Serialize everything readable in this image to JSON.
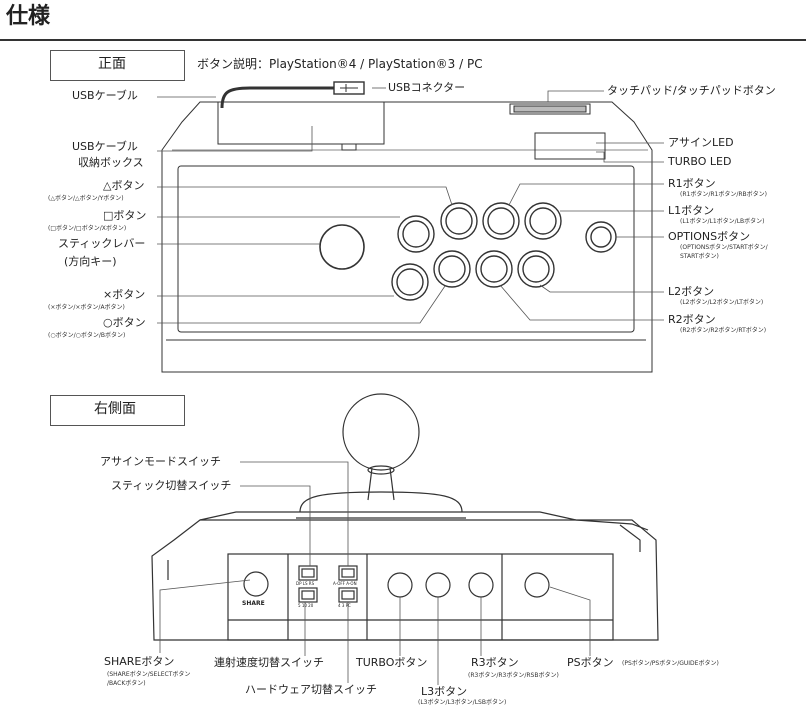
{
  "title": "仕様",
  "front": {
    "heading": "正面",
    "buttons_caption": "ボタン説明：PlayStation®4 / PlayStation®3 / PC",
    "labels": {
      "usb_cable": "USBケーブル",
      "usb_connector": "USBコネクター",
      "touchpad": "タッチパッド/タッチパッドボタン",
      "usb_box_1": "USBケーブル",
      "usb_box_2": "収納ボックス",
      "assign_led": "アサインLED",
      "turbo_led": "TURBO LED",
      "triangle": "△ボタン",
      "triangle_sub": "(△ボタン/△ボタン/Yボタン)",
      "square": "□ボタン",
      "square_sub": "(□ボタン/□ボタン/Xボタン)",
      "stick_1": "スティックレバー",
      "stick_2": "(方向キー)",
      "cross": "×ボタン",
      "cross_sub": "(×ボタン/×ボタン/Aボタン)",
      "circle": "○ボタン",
      "circle_sub": "(○ボタン/○ボタン/Bボタン)",
      "r1": "R1ボタン",
      "r1_sub": "(R1ボタン/R1ボタン/RBボタン)",
      "l1": "L1ボタン",
      "l1_sub": "(L1ボタン/L1ボタン/LBボタン)",
      "options": "OPTIONSボタン",
      "options_sub_1": "(OPTIONSボタン/STARTボタン/",
      "options_sub_2": "STARTボタン)",
      "l2": "L2ボタン",
      "l2_sub": "(L2ボタン/L2ボタン/LTボタン)",
      "r2": "R2ボタン",
      "r2_sub": "(R2ボタン/R2ボタン/RTボタン)"
    }
  },
  "side": {
    "heading": "右側面",
    "labels": {
      "assign_mode": "アサインモードスイッチ",
      "stick_switch": "スティック切替スイッチ",
      "share_on_panel": "SHARE",
      "sw1_top": "DP LS RS",
      "sw1_bot": "5  10  20",
      "sw2_top": "A-OFF  A-ON",
      "sw2_bot": "4  3  PC",
      "share": "SHAREボタン",
      "share_sub_1": "(SHAREボタン/SELECTボタン",
      "share_sub_2": "/BACKボタン)",
      "rapid": "連射速度切替スイッチ",
      "hardware": "ハードウェア切替スイッチ",
      "turbo": "TURBOボタン",
      "r3": "R3ボタン",
      "r3_sub": "(R3ボタン/R3ボタン/RSBボタン)",
      "l3": "L3ボタン",
      "l3_sub": "(L3ボタン/L3ボタン/LSBボタン)",
      "ps": "PSボタン",
      "ps_sub": "(PSボタン/PSボタン/GUIDEボタン)"
    }
  }
}
